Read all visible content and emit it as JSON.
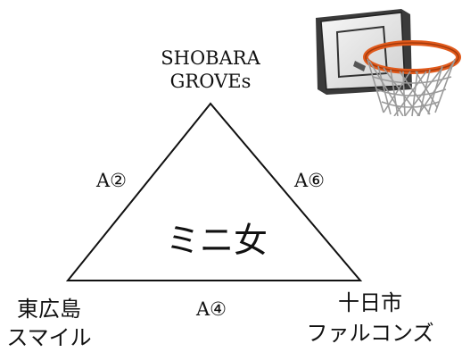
{
  "teams": {
    "top": {
      "line1": "SHOBARA",
      "line2": "GROVEs"
    },
    "bottom_left": {
      "line1": "東広島",
      "line2": "スマイル"
    },
    "bottom_right": {
      "line1": "十日市",
      "line2": "ファルコンズ"
    }
  },
  "edges": {
    "left": "A②",
    "right": "A⑥",
    "bottom": "A④"
  },
  "center_label": "ミニ女",
  "icon": "basketball-hoop-icon"
}
